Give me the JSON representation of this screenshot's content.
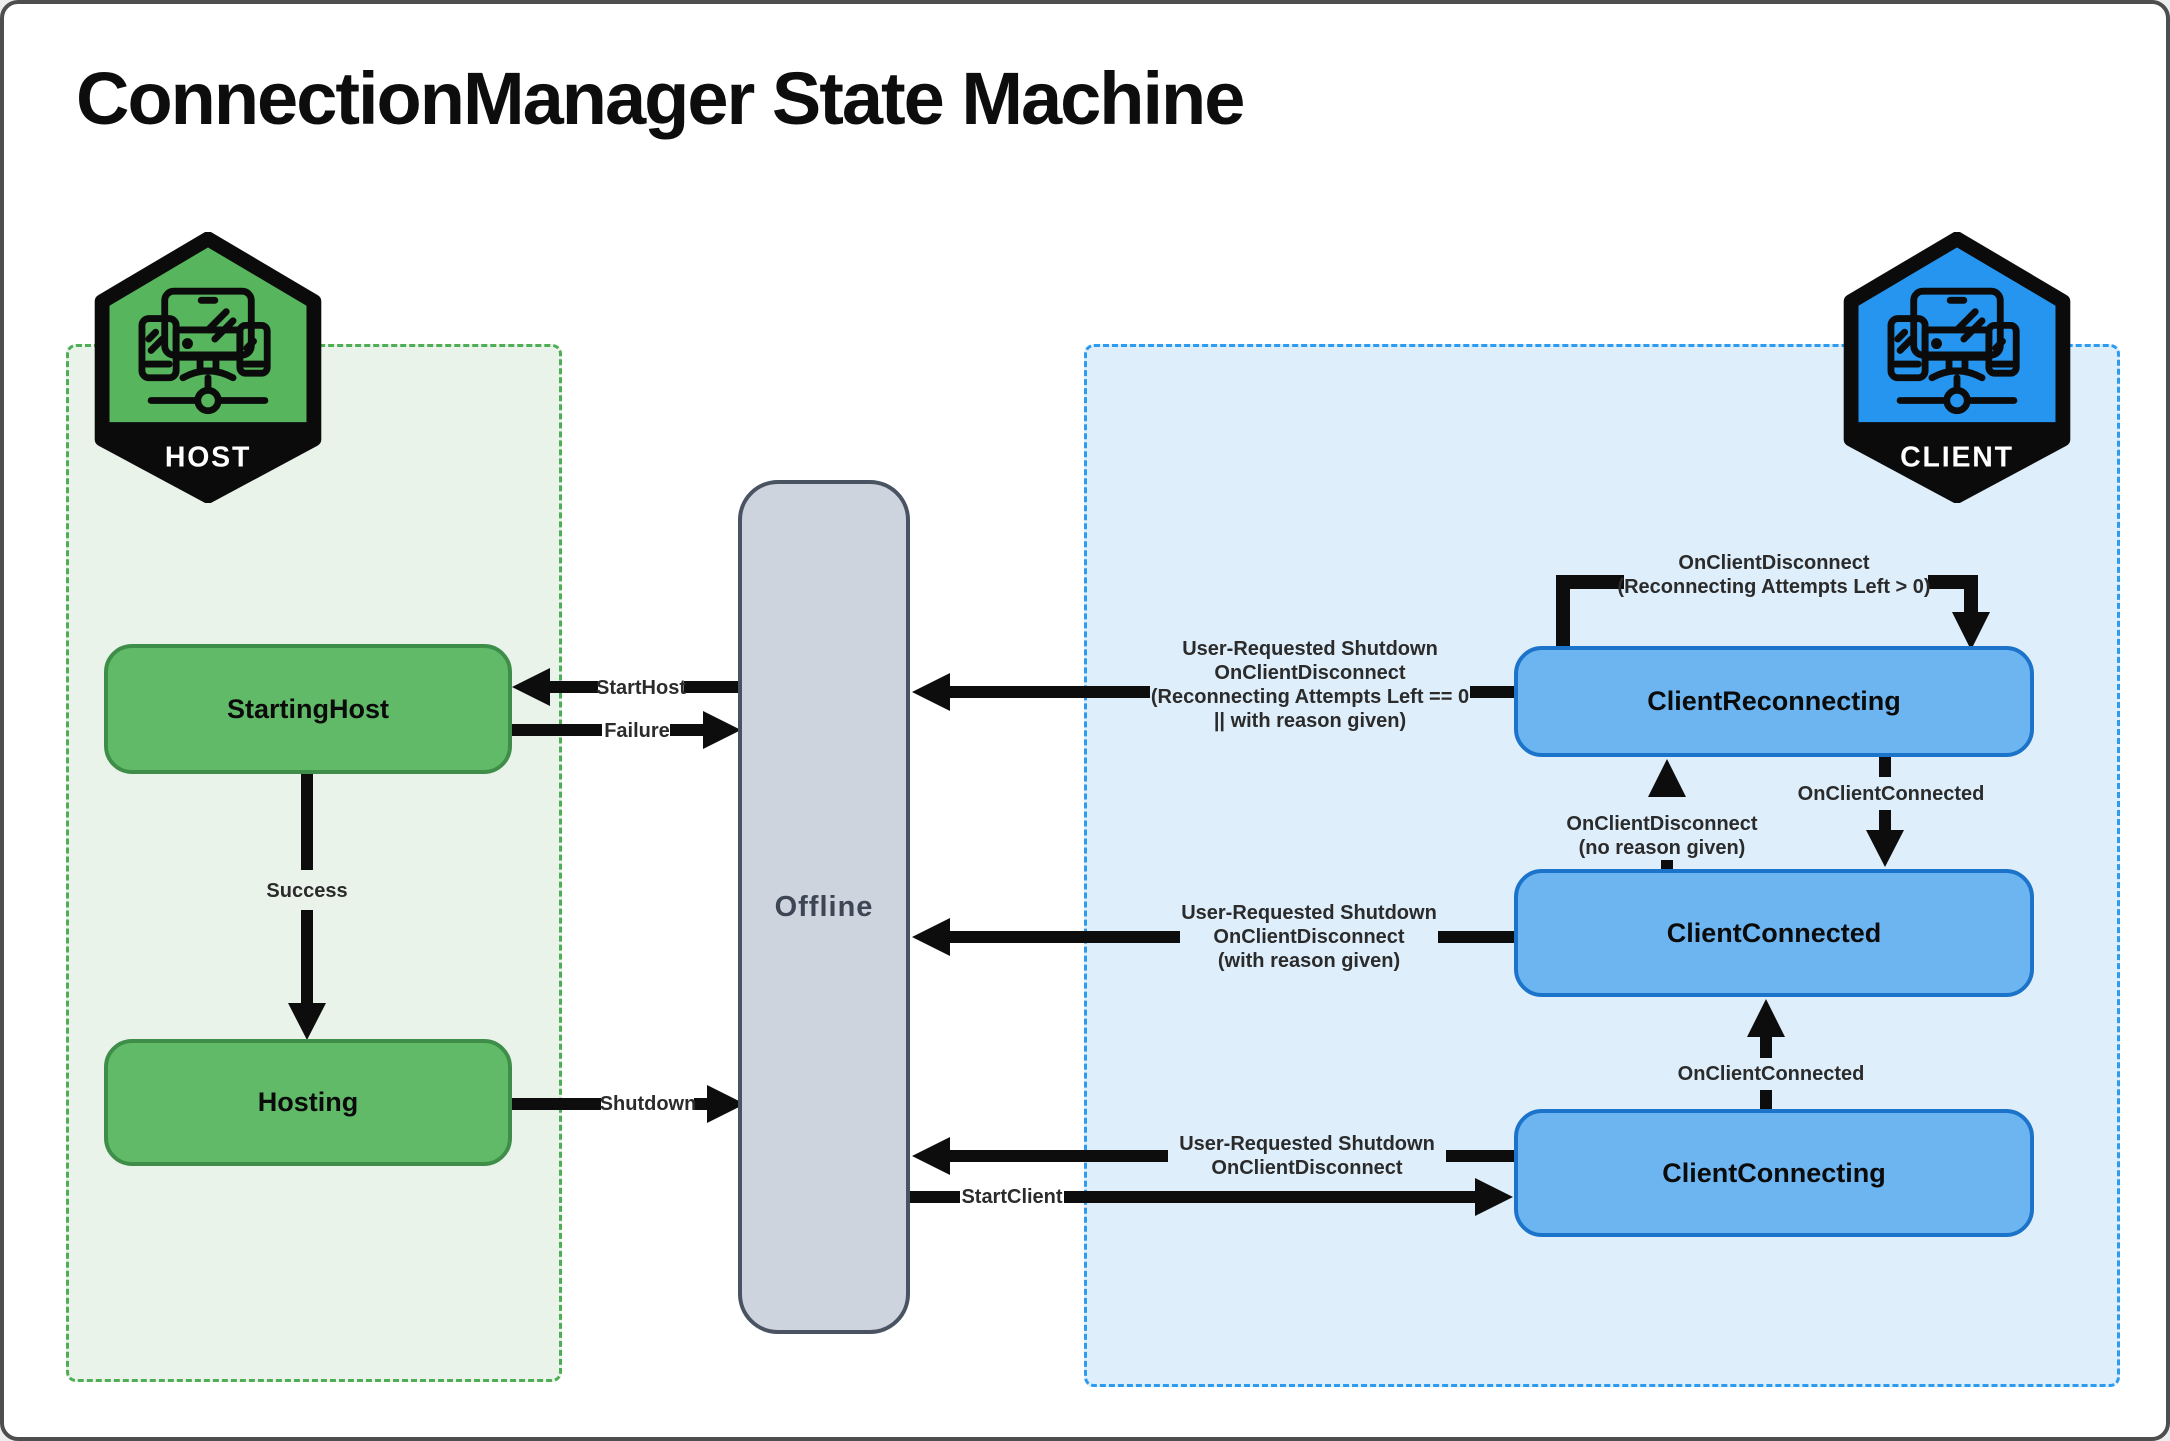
{
  "title": "ConnectionManager State Machine",
  "badges": {
    "host": {
      "label": "HOST",
      "icon": "devices-icon"
    },
    "client": {
      "label": "CLIENT",
      "icon": "devices-icon"
    }
  },
  "states": {
    "starting_host": "StartingHost",
    "hosting": "Hosting",
    "offline": "Offline",
    "client_reconnecting": "ClientReconnecting",
    "client_connected": "ClientConnected",
    "client_connecting": "ClientConnecting"
  },
  "edges": {
    "start_host": "StartHost",
    "failure": "Failure",
    "success": "Success",
    "shutdown": "Shutdown",
    "start_client": "StartClient",
    "reconnecting_self_loop": [
      "OnClientDisconnect",
      "(Reconnecting Attempts Left > 0)"
    ],
    "reconnecting_to_offline": [
      "User-Requested Shutdown",
      "OnClientDisconnect",
      "(Reconnecting Attempts Left == 0",
      "|| with reason given)"
    ],
    "connected_to_reconnecting": [
      "OnClientDisconnect",
      "(no reason given)"
    ],
    "reconnecting_to_connected": "OnClientConnected",
    "connected_to_offline": [
      "User-Requested Shutdown",
      "OnClientDisconnect",
      "(with reason given)"
    ],
    "connecting_to_connected": "OnClientConnected",
    "connecting_to_offline": [
      "User-Requested Shutdown",
      "OnClientDisconnect"
    ]
  },
  "colors": {
    "host_badge": "#57b55e",
    "host_box_green": "#60ba68",
    "host_box_border": "#3e8e49",
    "host_region_bg": "#e9f3ea",
    "host_dash": "#4fae55",
    "client_badge": "#2595ef",
    "client_box_blue": "#6db5f1",
    "client_box_border": "#1b74c9",
    "client_region_bg": "#deeefa",
    "client_dash": "#2d9bf0",
    "offline_fill": "#ced4de",
    "offline_border": "#4a5362",
    "offline_text": "#3d4654",
    "arrow_black": "#0d0d0d",
    "label_text": "#2b2b2b"
  }
}
